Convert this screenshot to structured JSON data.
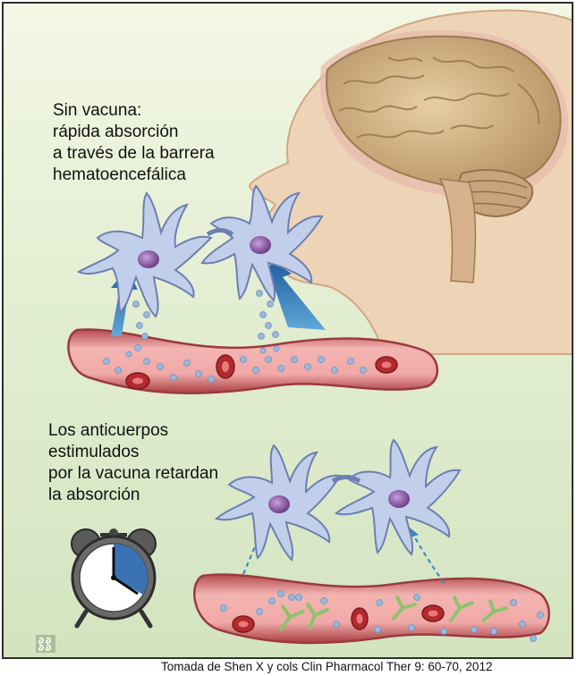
{
  "top_label": [
    "Sin vacuna:",
    "rápida absorción",
    "a través de la barrera",
    "hematoencefálica"
  ],
  "bottom_label": [
    "Los anticuerpos",
    "estimulados",
    "por la vacuna retardan",
    "la absorción"
  ],
  "citation": "Tomada de Shen X y cols Clin Pharmacol Ther 9: 60-70, 2012",
  "colors": {
    "neuron": "#b8c6e6",
    "neuron_nucleus": "#8a5aa0",
    "vessel_wall": "#c9575a",
    "vessel_inner": "#f1a9a8",
    "red_blood_cell": "#b32a2e",
    "drug_particle": "#8fb0d6",
    "antibody": "#9ac878",
    "arrow": "#2e76b4",
    "skin": "#edd3b6",
    "brain": "#d8b98a",
    "clock_face": "#ffffff",
    "clock_elapsed": "#3a72b4"
  },
  "icons": [
    "human-head-silhouette",
    "brain",
    "neuron",
    "blood-vessel",
    "alarm-clock",
    "publisher-logo"
  ]
}
